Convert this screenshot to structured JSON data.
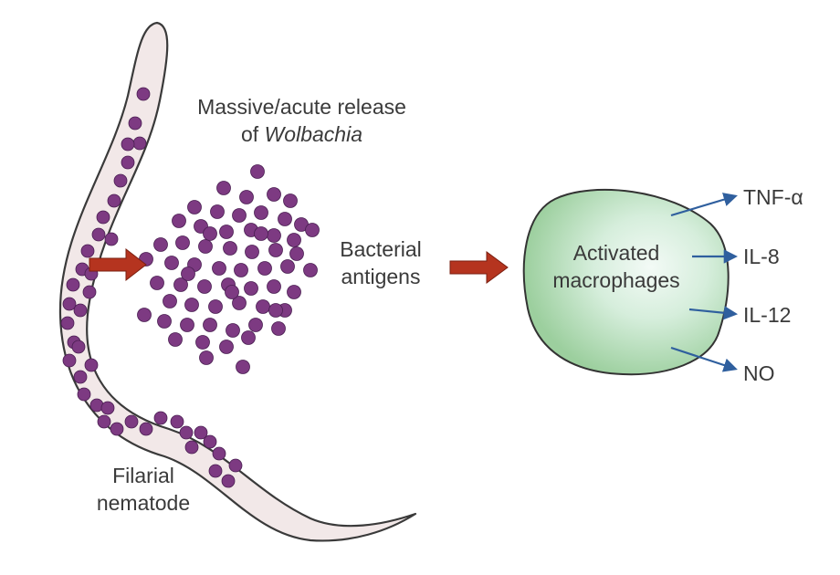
{
  "labels": {
    "release_line1": "Massive/acute release",
    "release_line2_prefix": "of ",
    "release_line2_italic": "Wolbachia",
    "bacterial_line1": "Bacterial",
    "bacterial_line2": "antigens",
    "macrophage_line1": "Activated",
    "macrophage_line2": "macrophages",
    "nematode_line1": "Filarial",
    "nematode_line2": "nematode"
  },
  "outputs": [
    "TNF-α",
    "IL-8",
    "IL-12",
    "NO"
  ],
  "colors": {
    "worm_fill": "#f2e8e8",
    "worm_stroke": "#3a3a3a",
    "bacteria": "#7d3a82",
    "red_arrow": "#b5341f",
    "blue_arrow": "#2f5f9e",
    "cell_fill_center": "#f3faf6",
    "cell_fill_edge": "#9ccf9e",
    "cell_stroke": "#333333"
  }
}
